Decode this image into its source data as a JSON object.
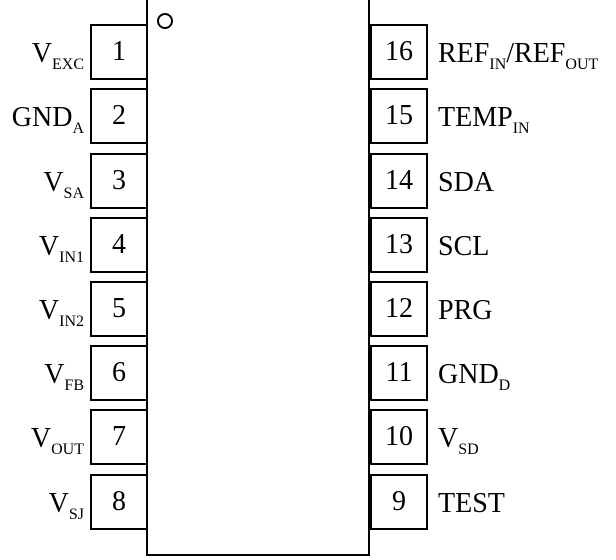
{
  "left_pins": [
    {
      "num": "1",
      "base": "V",
      "sub": "EXC",
      "tail": "",
      "tail_sub": ""
    },
    {
      "num": "2",
      "base": "GND",
      "sub": "A",
      "tail": "",
      "tail_sub": ""
    },
    {
      "num": "3",
      "base": "V",
      "sub": "SA",
      "tail": "",
      "tail_sub": ""
    },
    {
      "num": "4",
      "base": "V",
      "sub": "IN1",
      "tail": "",
      "tail_sub": ""
    },
    {
      "num": "5",
      "base": "V",
      "sub": "IN2",
      "tail": "",
      "tail_sub": ""
    },
    {
      "num": "6",
      "base": "V",
      "sub": "FB",
      "tail": "",
      "tail_sub": ""
    },
    {
      "num": "7",
      "base": "V",
      "sub": "OUT",
      "tail": "",
      "tail_sub": ""
    },
    {
      "num": "8",
      "base": "V",
      "sub": "SJ",
      "tail": "",
      "tail_sub": ""
    }
  ],
  "right_pins": [
    {
      "num": "16",
      "base": "REF",
      "sub": "IN",
      "tail": "/REF",
      "tail_sub": "OUT"
    },
    {
      "num": "15",
      "base": "TEMP",
      "sub": "IN",
      "tail": "",
      "tail_sub": ""
    },
    {
      "num": "14",
      "base": "SDA",
      "sub": "",
      "tail": "",
      "tail_sub": ""
    },
    {
      "num": "13",
      "base": "SCL",
      "sub": "",
      "tail": "",
      "tail_sub": ""
    },
    {
      "num": "12",
      "base": "PRG",
      "sub": "",
      "tail": "",
      "tail_sub": ""
    },
    {
      "num": "11",
      "base": "GND",
      "sub": "D",
      "tail": "",
      "tail_sub": ""
    },
    {
      "num": "10",
      "base": "V",
      "sub": "SD",
      "tail": "",
      "tail_sub": ""
    },
    {
      "num": "9",
      "base": "TEST",
      "sub": "",
      "tail": "",
      "tail_sub": ""
    }
  ]
}
